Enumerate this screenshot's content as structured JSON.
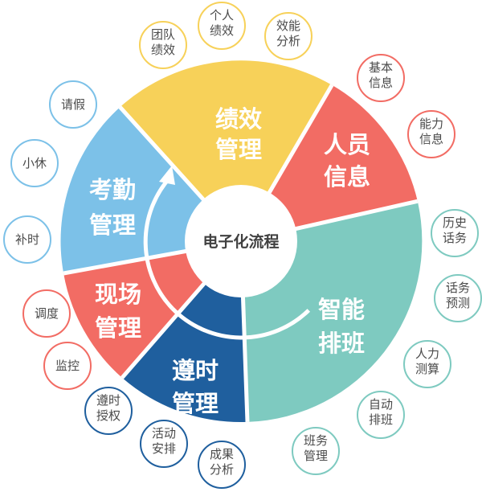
{
  "center": {
    "label": "电子化流程"
  },
  "segments": [
    {
      "id": "attendance",
      "lines": [
        "考勤",
        "管理"
      ],
      "color": "#7cc1e8",
      "bubbles": [
        [
          "补时"
        ],
        [
          "小休"
        ],
        [
          "请假"
        ]
      ]
    },
    {
      "id": "performance",
      "lines": [
        "绩效",
        "管理"
      ],
      "color": "#f7d159",
      "bubbles": [
        [
          "团队",
          "绩效"
        ],
        [
          "个人",
          "绩效"
        ],
        [
          "效能",
          "分析"
        ]
      ]
    },
    {
      "id": "personnel",
      "lines": [
        "人员",
        "信息"
      ],
      "color": "#f26c64",
      "bubbles": [
        [
          "基本",
          "信息"
        ],
        [
          "能力",
          "信息"
        ]
      ]
    },
    {
      "id": "scheduling",
      "lines": [
        "智能",
        "排班"
      ],
      "color": "#7ecac0",
      "bubbles": [
        [
          "历史",
          "话务"
        ],
        [
          "话务",
          "预测"
        ],
        [
          "人力",
          "测算"
        ],
        [
          "自动",
          "排班"
        ],
        [
          "班务",
          "管理"
        ]
      ]
    },
    {
      "id": "compliance",
      "lines": [
        "遵时",
        "管理"
      ],
      "color": "#1f5f9e",
      "bubbles": [
        [
          "成果",
          "分析"
        ],
        [
          "活动",
          "安排"
        ],
        [
          "遵时",
          "授权"
        ]
      ]
    },
    {
      "id": "onsite",
      "lines": [
        "现场",
        "管理"
      ],
      "color": "#f26c64",
      "bubbles": [
        [
          "调度"
        ],
        [
          "监控"
        ]
      ]
    }
  ]
}
